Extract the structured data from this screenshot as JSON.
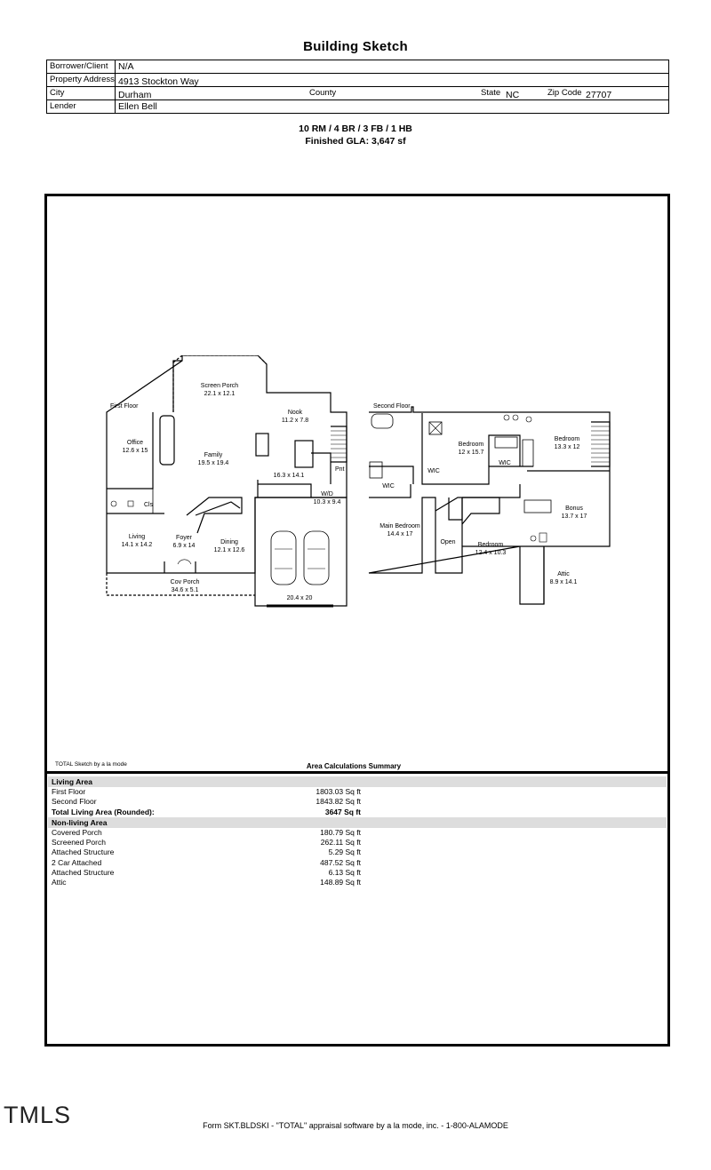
{
  "page_title": "Building Sketch",
  "info": {
    "borrower_label": "Borrower/Client",
    "borrower": "N/A",
    "address_label": "Property Address",
    "address": "4913 Stockton Way",
    "city_label": "City",
    "city": "Durham",
    "county_label": "County",
    "county": "",
    "state_label": "State",
    "state": "NC",
    "zip_label": "Zip Code",
    "zip": "27707",
    "lender_label": "Lender",
    "lender": "Ellen Bell"
  },
  "summary_line1": "10 RM / 4 BR / 3 FB / 1 HB",
  "summary_line2": "Finished GLA: 3,647 sf",
  "sketch": {
    "first_floor_label": "First Floor",
    "second_floor_label": "Second Floor",
    "rooms": {
      "screen_porch": "Screen Porch",
      "screen_porch_dim": "22.1 x 12.1",
      "nook": "Nook",
      "nook_dim": "11.2 x 7.8",
      "office": "Office",
      "office_dim": "12.6 x 15",
      "family": "Family",
      "family_dim": "19.5 x 19.4",
      "kitchen_dim": "16.3 x 14.1",
      "pnt": "Pnt",
      "wd": "W/D",
      "wd_dim": "10.3 x 9.4",
      "cls": "Cls",
      "living": "Living",
      "living_dim": "14.1 x 14.2",
      "foyer": "Foyer",
      "foyer_dim": "6.9 x 14",
      "dining": "Dining",
      "dining_dim": "12.1 x 12.6",
      "cov_porch": "Cov Porch",
      "cov_porch_dim": "34.6 x 5.1",
      "garage_dim": "20.4 x 20",
      "bedroom_a": "Bedroom",
      "bedroom_a_dim": "12 x 15.7",
      "bedroom_b": "Bedroom",
      "bedroom_b_dim": "13.3 x 12",
      "wic": "WIC",
      "main_bedroom": "Main Bedroom",
      "main_bedroom_dim": "14.4 x 17",
      "open": "Open",
      "bedroom_c": "Bedroom",
      "bedroom_c_dim": "12.4 x 10.3",
      "bonus": "Bonus",
      "bonus_dim": "13.7 x 17",
      "attic": "Attic",
      "attic_dim": "8.9 x 14.1"
    }
  },
  "credit": "TOTAL Sketch by a la mode",
  "calc_title": "Area Calculations Summary",
  "calc": {
    "living_header": "Living Area",
    "living_rows": [
      {
        "label": "First Floor",
        "value": "1803.03 Sq ft"
      },
      {
        "label": "Second Floor",
        "value": "1843.82 Sq ft"
      }
    ],
    "total_label": "Total Living Area (Rounded):",
    "total_value": "3647 Sq ft",
    "nonliving_header": "Non-living Area",
    "nonliving_rows": [
      {
        "label": "Covered Porch",
        "value": "180.79 Sq ft"
      },
      {
        "label": "Screened Porch",
        "value": "262.11 Sq ft"
      },
      {
        "label": "Attached Structure",
        "value": "5.29 Sq ft"
      },
      {
        "label": "2 Car Attached",
        "value": "487.52 Sq ft"
      },
      {
        "label": "Attached Structure",
        "value": "6.13 Sq ft"
      },
      {
        "label": "Attic",
        "value": "148.89 Sq ft"
      }
    ]
  },
  "logo": "TMLS",
  "footer": "Form SKT.BLDSKI - \"TOTAL\" appraisal software by a la mode, inc. - 1-800-ALAMODE"
}
